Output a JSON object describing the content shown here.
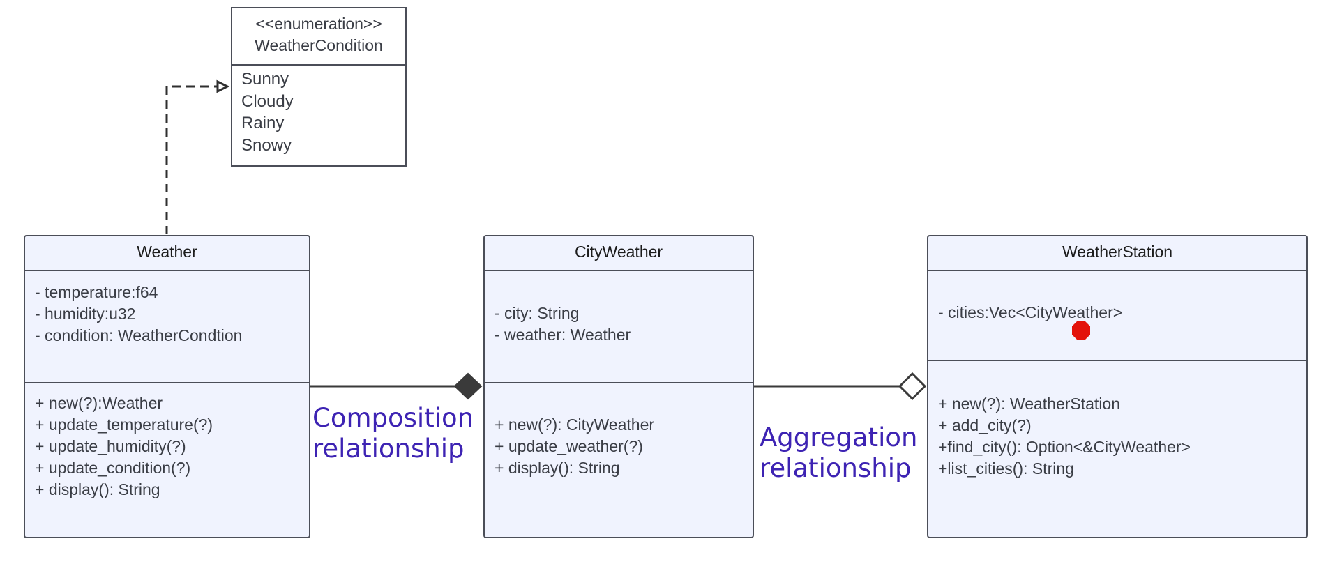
{
  "colors": {
    "box_fill": "#f0f3fe",
    "box_border": "#4b4e58",
    "text": "#3a3d45",
    "label": "#3d23b3",
    "marker_red": "#e3120b"
  },
  "enum": {
    "stereotype": "<<enumeration>>",
    "name": "WeatherCondition",
    "values": [
      "Sunny",
      "Cloudy",
      "Rainy",
      "Snowy"
    ]
  },
  "classes": {
    "weather": {
      "name": "Weather",
      "attributes": [
        "- temperature:f64",
        "- humidity:u32",
        "- condition: WeatherCondtion"
      ],
      "methods": [
        "+ new(?):Weather",
        "+ update_temperature(?)",
        "+ update_humidity(?)",
        "+ update_condition(?)",
        "+ display(): String"
      ]
    },
    "city_weather": {
      "name": "CityWeather",
      "attributes": [
        "- city: String",
        "- weather: Weather"
      ],
      "methods": [
        "+ new(?): CityWeather",
        "+ update_weather(?)",
        "+ display(): String"
      ]
    },
    "weather_station": {
      "name": "WeatherStation",
      "attributes": [
        "- cities:Vec<CityWeather>"
      ],
      "methods": [
        "+ new(?): WeatherStation",
        "+ add_city(?)",
        "+find_city(): Option<&CityWeather>",
        "+list_cities(): String"
      ]
    }
  },
  "relationships": {
    "composition": {
      "line1": "Composition",
      "line2": "relationship"
    },
    "aggregation": {
      "line1": "Aggregation",
      "line2": "relationship"
    }
  }
}
